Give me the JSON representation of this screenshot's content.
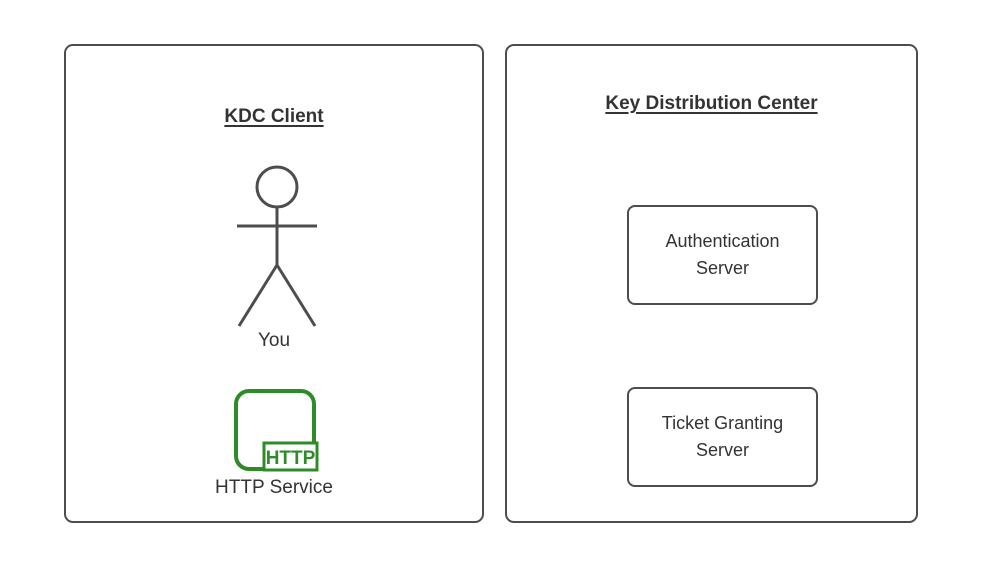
{
  "colors": {
    "background": "#ffffff",
    "outline": "#4d4d4d",
    "text": "#333333",
    "accent_green": "#2e8c28"
  },
  "left_panel": {
    "title": "KDC Client",
    "actor_label": "You",
    "service_label": "HTTP Service",
    "service_icon_text": "HTTP"
  },
  "right_panel": {
    "title": "Key Distribution Center",
    "boxes": [
      {
        "label": "Authentication Server"
      },
      {
        "label": "Ticket Granting Server"
      }
    ]
  }
}
